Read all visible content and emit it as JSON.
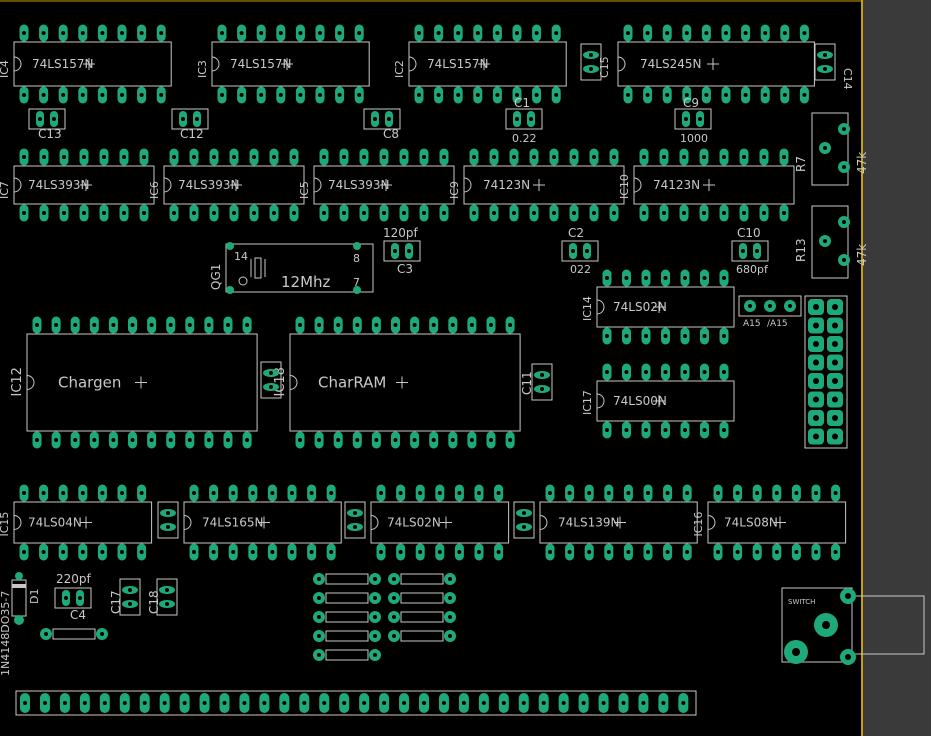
{
  "colors": {
    "background": "#000000",
    "pad": "#1ea97a",
    "silk": "#c8c8c8",
    "board_edge": "#c8a000",
    "right_strip": "#3a3a3a"
  },
  "ics_row1": [
    {
      "ref": "IC4",
      "part": "74LS157N"
    },
    {
      "ref": "IC3",
      "part": "74LS157N"
    },
    {
      "ref": "IC2",
      "part": "74LS157N"
    },
    {
      "ref": "",
      "part": "74LS245N"
    }
  ],
  "ics_row2": [
    {
      "ref": "IC7",
      "part": "74LS393N"
    },
    {
      "ref": "IC6",
      "part": "74LS393N"
    },
    {
      "ref": "IC5",
      "part": "74LS393N"
    },
    {
      "ref": "IC9",
      "part": "74123N"
    },
    {
      "ref": "IC10",
      "part": "74123N"
    }
  ],
  "ics_mid": [
    {
      "ref": "IC14",
      "part": "74LS02N"
    },
    {
      "ref": "IC17",
      "part": "74LS00N"
    }
  ],
  "ics_big": [
    {
      "ref": "IC12",
      "part": "Chargen"
    },
    {
      "ref": "IC18",
      "part": "CharRAM"
    }
  ],
  "ics_row4": [
    {
      "ref": "IC15",
      "part": "74LS04N"
    },
    {
      "ref": "",
      "part": "74LS165N"
    },
    {
      "ref": "",
      "part": "74LS02N"
    },
    {
      "ref": "",
      "part": "74LS139N"
    },
    {
      "ref": "IC16",
      "part": "74LS08N"
    }
  ],
  "crystal": {
    "ref": "QG1",
    "value": "12Mhz",
    "pin14": "14",
    "pin8": "8",
    "pin7": "7"
  },
  "caps": {
    "c13": "C13",
    "c12": "C12",
    "c8": "C8",
    "c1": "C1",
    "c1_val": "0.22",
    "c9": "C9",
    "c9_val": "1000",
    "c3": "C3",
    "c3_val": "120pf",
    "c2": "C2",
    "c2_val": "022",
    "c10": "C10",
    "c10_val": "680pf",
    "c4": "C4",
    "c4_val": "220pf",
    "c17": "C17",
    "c18": "C18",
    "c11": "C11",
    "c15": "C15",
    "c14": "C14"
  },
  "resistors": {
    "r7": "R7",
    "r7_val": "47k",
    "r13": "R13",
    "r13_val": "47k"
  },
  "diode": {
    "ref": "D1",
    "part": "1N4148DO35-7"
  },
  "header_labels": {
    "a15": "A15",
    "na15": "/A15"
  },
  "switch": {
    "label": "SWITCH"
  }
}
